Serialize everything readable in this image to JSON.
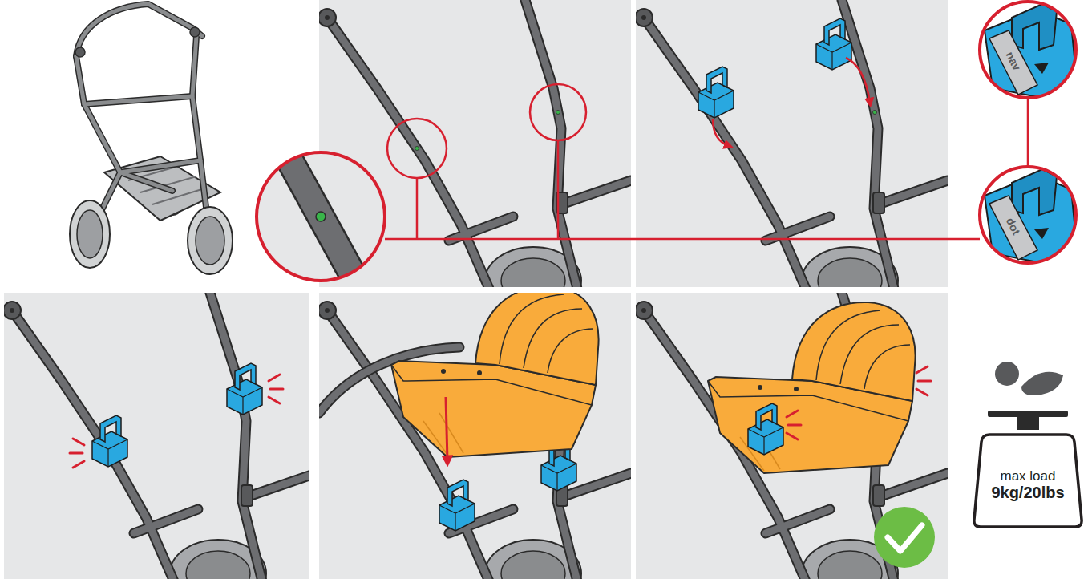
{
  "diagram": {
    "nodes": [
      {
        "text": [
          "max load",
          "9kg/20lbs"
        ]
      }
    ],
    "labels": [
      "nav",
      "dot"
    ]
  }
}
